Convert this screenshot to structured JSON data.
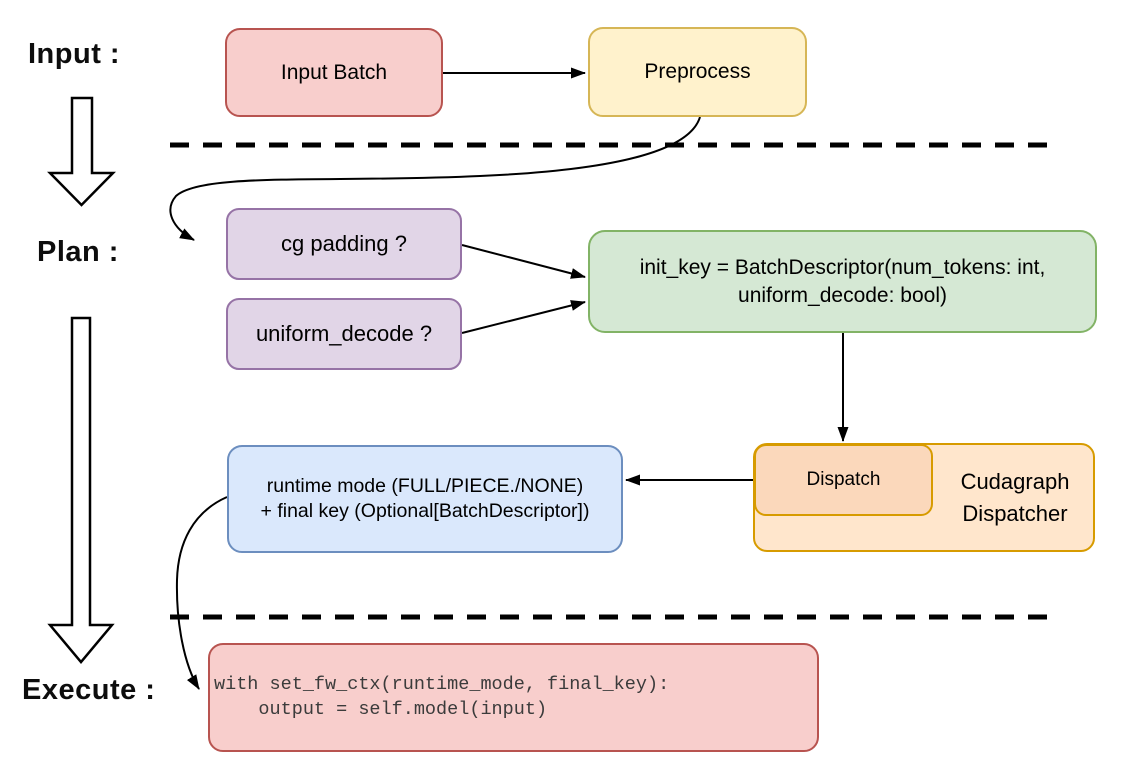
{
  "diagram": {
    "title_context": "Cudagraph dispatch flow",
    "stage_labels": {
      "input": "Input :",
      "plan": "Plan :",
      "execute": "Execute :"
    },
    "nodes": {
      "input_batch": {
        "label": "Input Batch",
        "fill": "#f8cecc",
        "stroke": "#b85450"
      },
      "preprocess": {
        "label": "Preprocess",
        "fill": "#fff2cc",
        "stroke": "#d6b656"
      },
      "cg_padding": {
        "label": "cg padding ?",
        "fill": "#e1d5e7",
        "stroke": "#9673a6"
      },
      "uniform_decode": {
        "label": "uniform_decode ?",
        "fill": "#e1d5e7",
        "stroke": "#9673a6"
      },
      "init_key": {
        "line1": "init_key = BatchDescriptor(num_tokens: int,",
        "line2": "uniform_decode: bool)",
        "fill": "#d5e8d4",
        "stroke": "#82b366"
      },
      "dispatch": {
        "label": "Dispatch",
        "fill": "#fbd8bb",
        "stroke": "#d79b00"
      },
      "cudagraph_dispatcher": {
        "line1": "Cudagraph",
        "line2": "Dispatcher",
        "fill": "#ffe6cc",
        "stroke": "#d79b00"
      },
      "runtime_mode": {
        "line1": "runtime mode (FULL/PIECE./NONE)",
        "line2": "+ final key (Optional[BatchDescriptor])",
        "fill": "#dae8fc",
        "stroke": "#6c8ebf"
      },
      "execute_code": {
        "line1": "with set_fw_ctx(runtime_mode, final_key):",
        "line2": "    output = self.model(input)",
        "fill": "#f8cecc",
        "stroke": "#b85450"
      }
    },
    "connector_color": "#000000",
    "separator_style": "dashed"
  }
}
